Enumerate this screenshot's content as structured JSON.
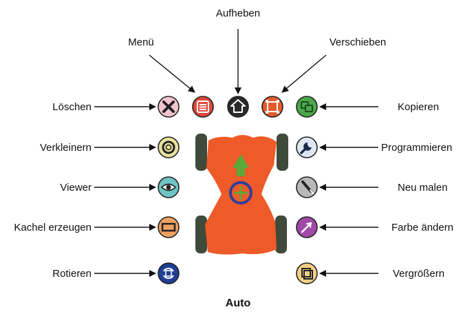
{
  "caption": "Auto",
  "labels": {
    "menu": "Menü",
    "lift": "Aufheben",
    "move": "Verschieben",
    "delete": "Löschen",
    "copy": "Kopieren",
    "shrink": "Verkleinern",
    "program": "Programmieren",
    "viewer": "Viewer",
    "repaint": "Neu malen",
    "tile": "Kachel erzeugen",
    "color": "Farbe ändern",
    "rotate": "Rotieren",
    "enlarge": "Vergrößern"
  },
  "icons": {
    "delete": "close-icon",
    "menu": "menu-icon",
    "lift": "pickup-icon",
    "move": "move-icon",
    "copy": "copy-icon",
    "shrink": "shrink-icon",
    "program": "wrench-icon",
    "viewer": "eye-icon",
    "repaint": "brush-icon",
    "tile": "tile-icon",
    "color": "color-icon",
    "rotate": "rotate-icon",
    "enlarge": "enlarge-icon"
  },
  "colors": {
    "car_body": "#ee5a28",
    "wheel": "#3f4a3a",
    "arrow_green": "#5aaa3a",
    "center_blue": "#2d3e9e",
    "delete": "#f2c4cc",
    "menu": "#e0473c",
    "lift": "#2a2a2a",
    "move": "#e35a2c",
    "copy": "#4aa84a",
    "shrink": "#e8e2a0",
    "program": "#dfe8f2",
    "viewer": "#6fc4c4",
    "repaint": "#b8b8b8",
    "tile": "#f0a060",
    "color": "#a04aa8",
    "rotate": "#1e3f94",
    "enlarge": "#f2cf88"
  }
}
